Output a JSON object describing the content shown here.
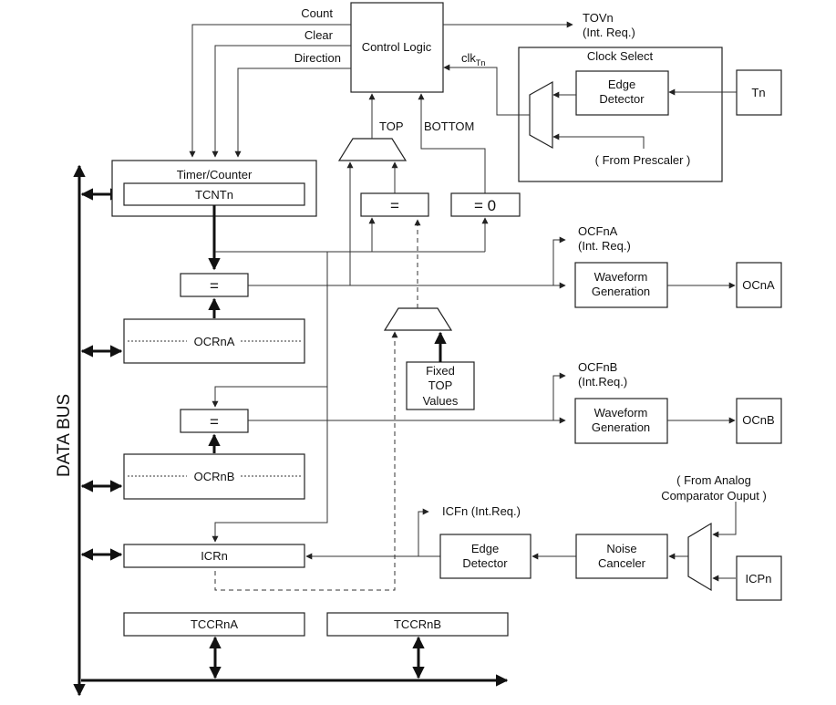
{
  "diagram": {
    "blocks": {
      "control_logic": "Control Logic",
      "timer_counter": "Timer/Counter",
      "tcnt": "TCNTn",
      "ocra": "OCRnA",
      "ocrb": "OCRnB",
      "icr": "ICRn",
      "tccra": "TCCRnA",
      "tccrb": "TCCRnB",
      "eq_top": "=",
      "eq_zero": "= 0",
      "cmp_a": "=",
      "cmp_b": "=",
      "clock_select": "Clock Select",
      "edge_detector_clk_1": "Edge",
      "edge_detector_clk_2": "Detector",
      "tn": "Tn",
      "from_prescaler": "( From Prescaler )",
      "fixed_top_1": "Fixed",
      "fixed_top_2": "TOP",
      "fixed_top_3": "Values",
      "waveform_a_1": "Waveform",
      "waveform_a_2": "Generation",
      "waveform_b_1": "Waveform",
      "waveform_b_2": "Generation",
      "ocna": "OCnA",
      "ocnb": "OCnB",
      "edge_detector_icp_1": "Edge",
      "edge_detector_icp_2": "Detector",
      "noise_canceler_1": "Noise",
      "noise_canceler_2": "Canceler",
      "icpn": "ICPn"
    },
    "labels": {
      "count": "Count",
      "clear": "Clear",
      "direction": "Direction",
      "tovn": "TOVn",
      "tovn_int": "(Int. Req.)",
      "clk": "clk",
      "clk_sub": "Tn",
      "top": "TOP",
      "bottom": "BOTTOM",
      "ocfna": "OCFnA",
      "ocfna_int": "(Int. Req.)",
      "ocfnb": "OCFnB",
      "ocfnb_int": "(Int.Req.)",
      "icfn": "ICFn (Int.Req.)",
      "analog_1": "( From Analog",
      "analog_2": "Comparator Ouput )",
      "data_bus": "DATA BUS"
    }
  }
}
